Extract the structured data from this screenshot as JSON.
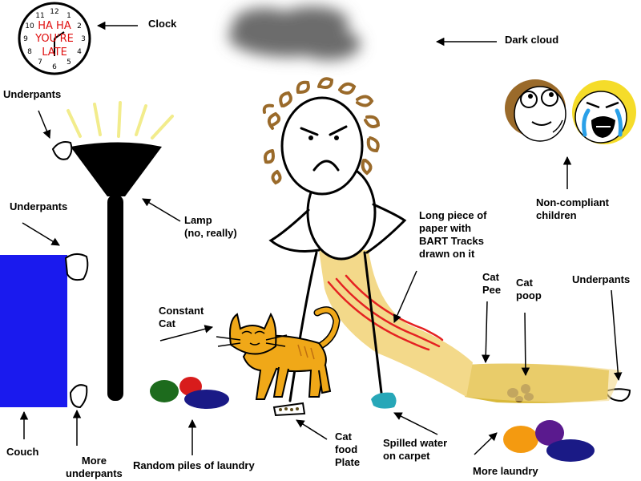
{
  "labels": {
    "clock": "Clock",
    "dark_cloud": "Dark cloud",
    "underpants_top": "Underpants",
    "underpants_mid": "Underpants",
    "lamp_line1": "Lamp",
    "lamp_line2": "(no, really)",
    "long_paper": [
      "Long piece of",
      "paper with",
      "BART Tracks",
      "drawn on it"
    ],
    "non_compliant": [
      "Non-compliant",
      "children"
    ],
    "constant_cat": [
      "Constant",
      "Cat"
    ],
    "cat_pee": [
      "Cat",
      "Pee"
    ],
    "cat_poop": [
      "Cat",
      "poop"
    ],
    "underpants_right": "Underpants",
    "couch": "Couch",
    "more_underpants": [
      "More",
      "underpants"
    ],
    "random_laundry": "Random piles of laundry",
    "cat_food": [
      "Cat",
      "food",
      "Plate"
    ],
    "spilled_water": [
      "Spilled water",
      "on carpet"
    ],
    "more_laundry": "More laundry"
  },
  "clock_face": {
    "numbers": [
      "12",
      "1",
      "2",
      "3",
      "4",
      "5",
      "6",
      "7",
      "8",
      "9",
      "10",
      "11"
    ],
    "text_line1": "HA HA",
    "text_line2": "YOU'RE",
    "text_line3": "LATE"
  },
  "colors": {
    "couch": "#1a1aee",
    "lamp": "#000000",
    "lamp_glow": "#f2ec8c",
    "cloud": "#6c6c6c",
    "cat": "#f0a818",
    "paper": "#f3d98a",
    "pee_stain": "#d9b93a",
    "bart_tracks": "#e52222",
    "hair": "#9a6a2a",
    "clock_text": "#e01010",
    "water": "#27a7b8",
    "laundry_green": "#1d6b1d",
    "laundry_red": "#d81c1c",
    "laundry_navy": "#1a1a86",
    "laundry_orange": "#f49a10",
    "laundry_purple": "#5a1a8e",
    "child_blonde": "#f5dc2a",
    "tears": "#2aa0e8"
  }
}
